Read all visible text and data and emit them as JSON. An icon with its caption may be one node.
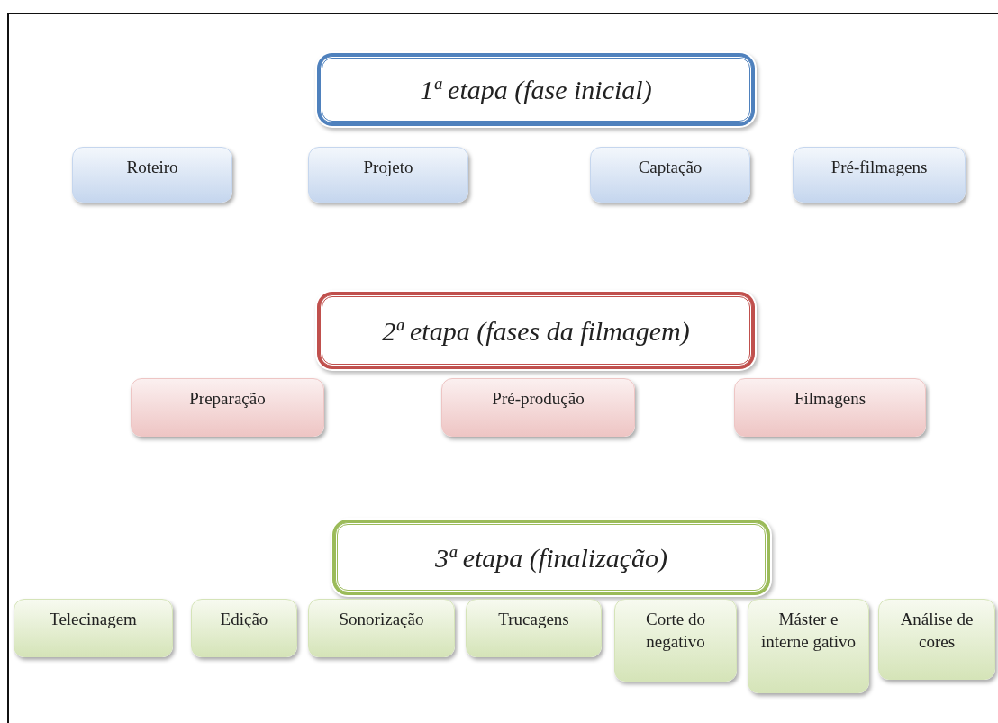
{
  "diagram": {
    "nodes": [
      {
        "text": [
          "1ª etapa (fase inicial)"
        ]
      },
      {
        "text": [
          "Roteiro"
        ]
      },
      {
        "text": [
          "Projeto"
        ]
      },
      {
        "text": [
          "Captação"
        ]
      },
      {
        "text": [
          "Pré-filmagens"
        ]
      },
      {
        "text": [
          "2ª etapa (fases da filmagem)"
        ]
      },
      {
        "text": [
          "Preparação"
        ]
      },
      {
        "text": [
          "Pré-produção"
        ]
      },
      {
        "text": [
          "Filmagens"
        ]
      },
      {
        "text": [
          "3ª etapa (finalização)"
        ]
      },
      {
        "text": [
          "Telecinagem"
        ]
      },
      {
        "text": [
          "Edição"
        ]
      },
      {
        "text": [
          "Sonorização"
        ]
      },
      {
        "text": [
          "Trucagens"
        ]
      },
      {
        "text": [
          "Corte do negativo"
        ]
      },
      {
        "text": [
          "Máster e interne gativo"
        ]
      },
      {
        "text": [
          "Análise de cores"
        ]
      }
    ],
    "edges": []
  }
}
